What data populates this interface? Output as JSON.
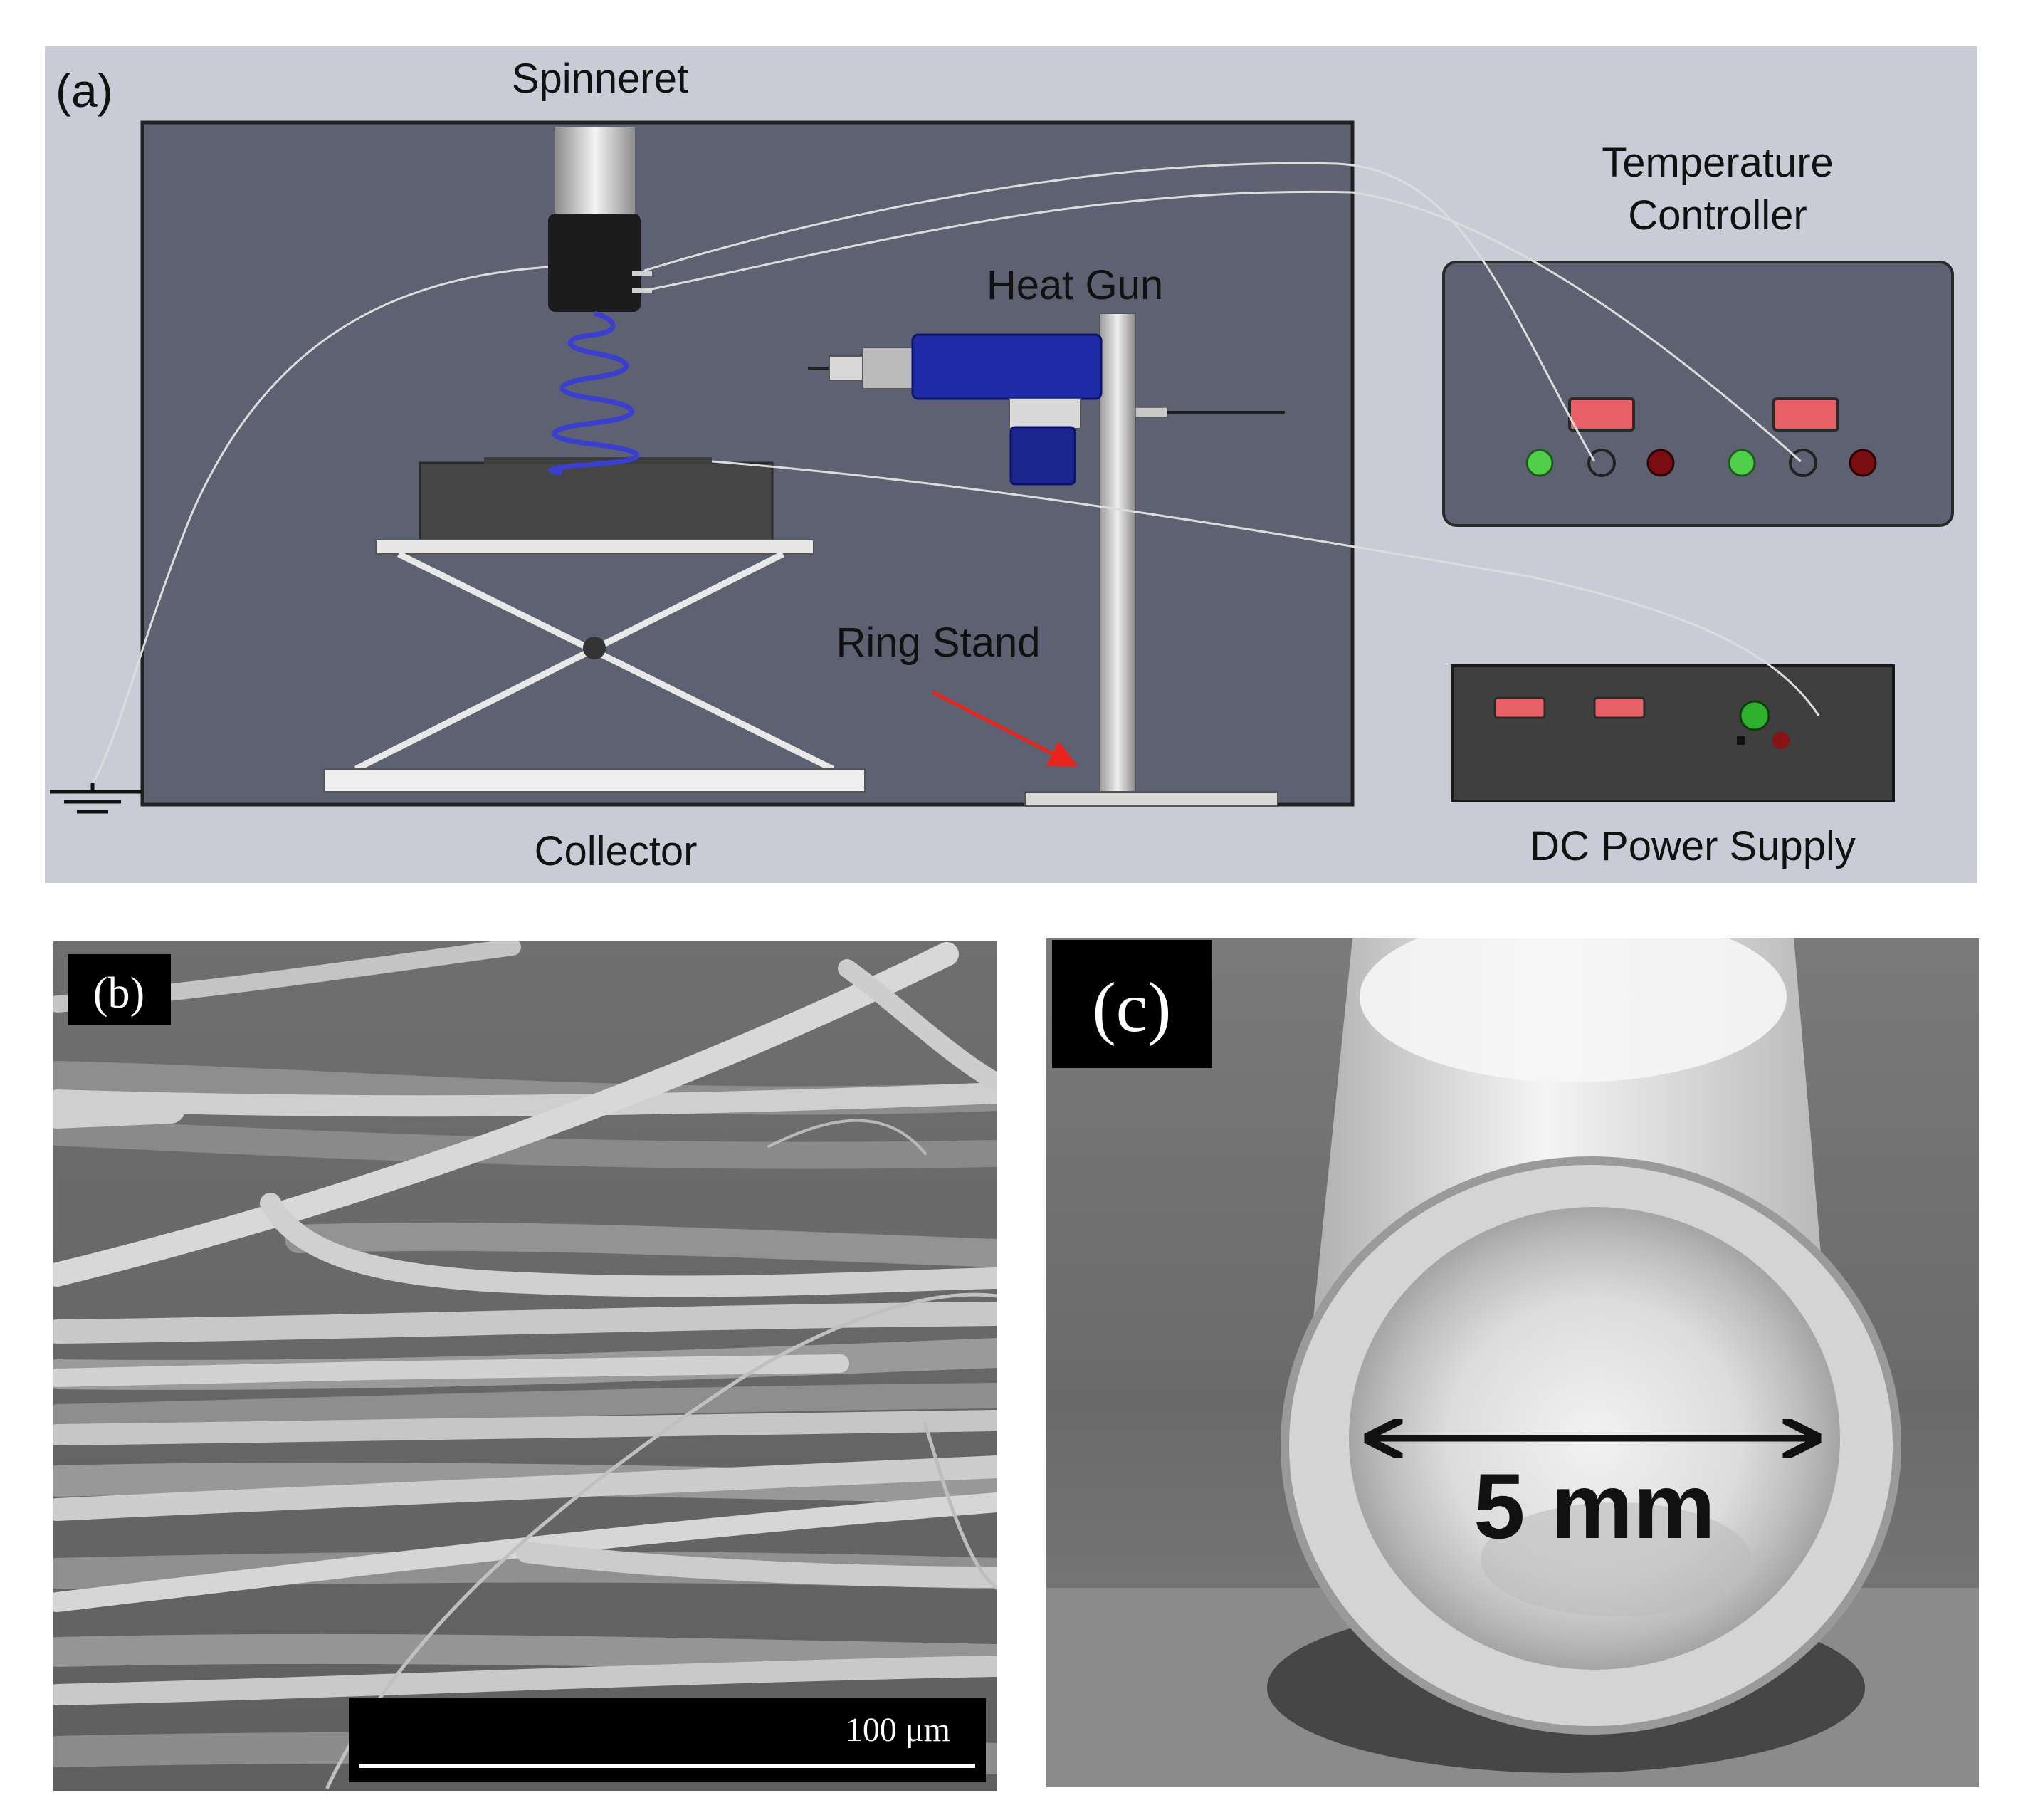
{
  "panel_a": {
    "tag": "(a)",
    "spinneret": "Spinneret",
    "temperature_controller": [
      "Temperature",
      "Controller"
    ],
    "heat_gun": "Heat Gun",
    "ring_stand": "Ring Stand",
    "collector": "Collector",
    "dc_power_supply": "DC Power Supply"
  },
  "panel_b": {
    "tag": "(b)",
    "scale_bar": "100 μm"
  },
  "panel_c": {
    "tag": "(c)",
    "measurement": "5 mm"
  },
  "colors": {
    "panel_a_background": "#c9ccd6",
    "chamber": "#5d6171",
    "coil": "#3a3fd0",
    "heat_gun_body": "#1f2aa8",
    "indicator_red": "#e86065",
    "indicator_green": "#4fcf4a",
    "arrow": "#e8241c"
  }
}
